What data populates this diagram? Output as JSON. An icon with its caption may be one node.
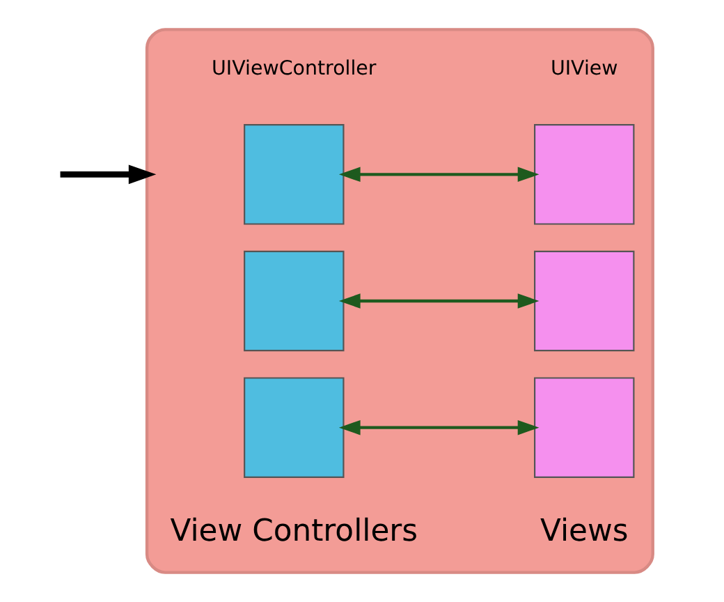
{
  "diagram": {
    "nodes": [
      {
        "text": [],
        "shape": "box"
      },
      {
        "text": [],
        "shape": "box",
        "in": 0
      },
      {
        "text": [],
        "shape": "box",
        "in": 0
      },
      {
        "text": [],
        "shape": "box",
        "in": 0
      },
      {
        "text": [],
        "shape": "box",
        "in": 0
      },
      {
        "text": [],
        "shape": "box",
        "in": 0
      },
      {
        "text": [],
        "shape": "box",
        "in": 0
      }
    ],
    "edges": [
      {
        "from": null,
        "to": 0,
        "arrow": "to",
        "style": "thick",
        "color": "#000000"
      },
      {
        "from": 1,
        "to": 4,
        "arrow": "both"
      },
      {
        "from": 2,
        "to": 5,
        "arrow": "both"
      },
      {
        "from": 3,
        "to": 6,
        "arrow": "both"
      }
    ],
    "labels": [
      "UIViewController",
      "UIView",
      "View Controllers",
      "Views"
    ]
  }
}
